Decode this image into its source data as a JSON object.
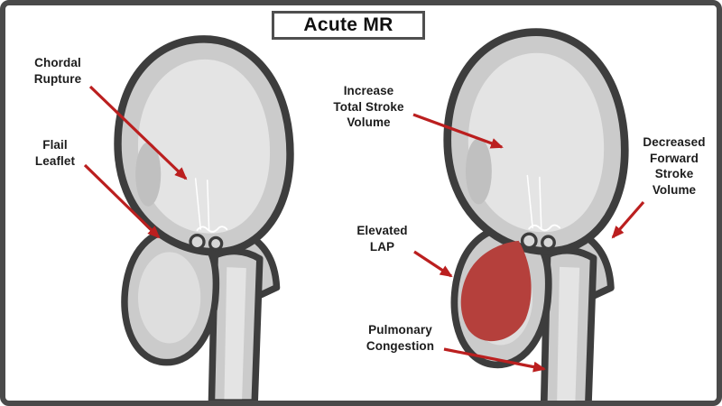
{
  "title": "Acute MR",
  "labels": {
    "chordal_rupture": "Chordal\nRupture",
    "flail_leaflet": "Flail\nLeaflet",
    "increase_total_stroke_volume": "Increase\nTotal Stroke\nVolume",
    "elevated_lap": "Elevated\nLAP",
    "pulmonary_congestion": "Pulmonary\nCongestion",
    "decreased_forward_stroke_volume": "Decreased\nForward\nStroke\nVolume"
  },
  "colors": {
    "arrow_red": "#bb1f1f",
    "jet_red": "#b5403c",
    "outline_gray": "#3d3d3d",
    "frame_gray": "#4a4a4a"
  },
  "illustrations": {
    "left_heart": "heart-with-chordal-rupture-and-flail-leaflet",
    "right_heart": "heart-with-mitral-regurgitation-jet"
  }
}
